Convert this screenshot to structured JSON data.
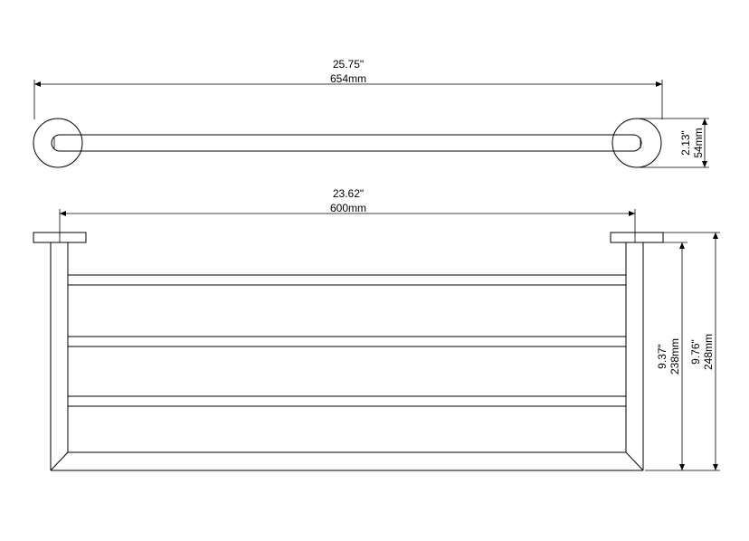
{
  "top_view": {
    "width_in": "25.75\"",
    "width_mm": "654mm",
    "depth_in": "2.13\"",
    "depth_mm": "54mm"
  },
  "front_view": {
    "width_in": "23.62\"",
    "width_mm": "600mm",
    "inner_height_in": "9.37\"",
    "inner_height_mm": "238mm",
    "total_height_in": "9.76\"",
    "total_height_mm": "248mm"
  }
}
